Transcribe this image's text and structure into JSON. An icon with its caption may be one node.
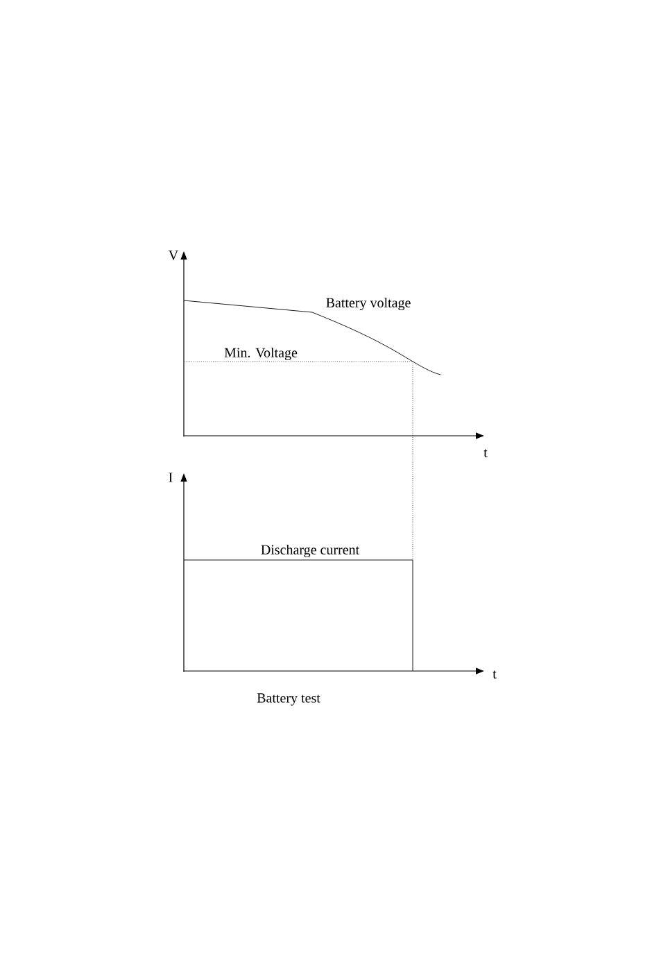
{
  "diagram": {
    "caption": "Battery test",
    "labels": [
      "V",
      "Battery voltage",
      "Min. Voltage",
      "t",
      "I",
      "Discharge current",
      "t"
    ]
  }
}
